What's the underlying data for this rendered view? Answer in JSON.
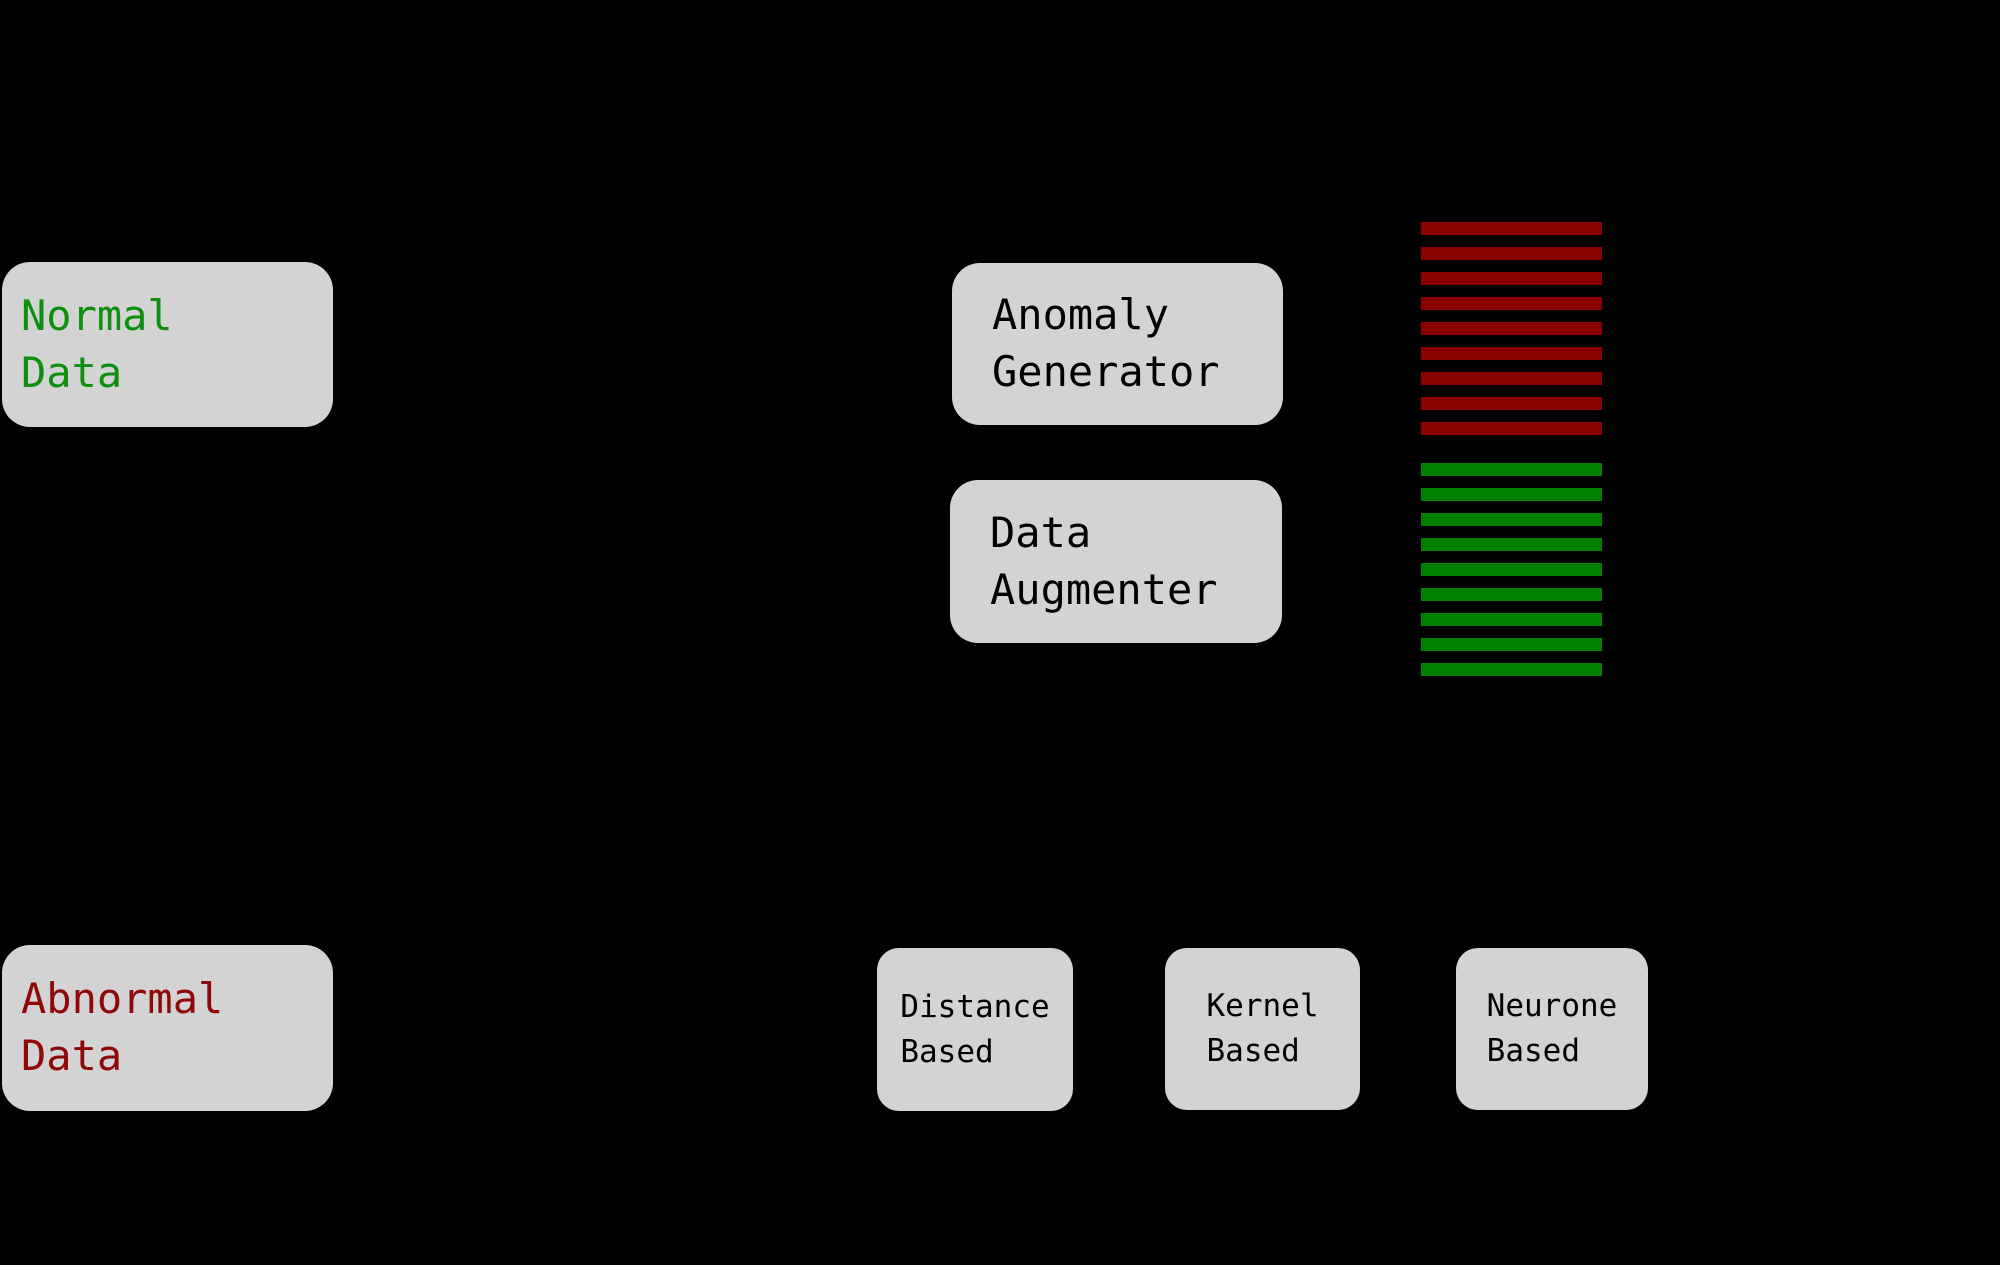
{
  "diagram": {
    "background": "#000000",
    "box_fill": "#d3d3d3"
  },
  "boxes": {
    "normal_data": {
      "line1": "Normal",
      "line2": "Data",
      "text_color": "#0f8f0f"
    },
    "abnormal_data": {
      "line1": "Abnormal",
      "line2": "Data",
      "text_color": "#8f0707"
    },
    "anomaly_generator": {
      "line1": "Anomaly",
      "line2": "Generator",
      "text_color": "#000000"
    },
    "data_augmenter": {
      "line1": "Data",
      "line2": "Augmenter",
      "text_color": "#000000"
    },
    "distance_based": {
      "line1": "Distance",
      "line2": "Based",
      "text_color": "#000000"
    },
    "kernel_based": {
      "line1": "Kernel",
      "line2": "Based",
      "text_color": "#000000"
    },
    "neurone_based": {
      "line1": "Neurone",
      "line2": "Based",
      "text_color": "#000000"
    }
  },
  "stripes": {
    "abnormal_generated": {
      "count": 9,
      "color": "#8b0000"
    },
    "normal_augmented": {
      "count": 9,
      "color": "#008000"
    }
  }
}
